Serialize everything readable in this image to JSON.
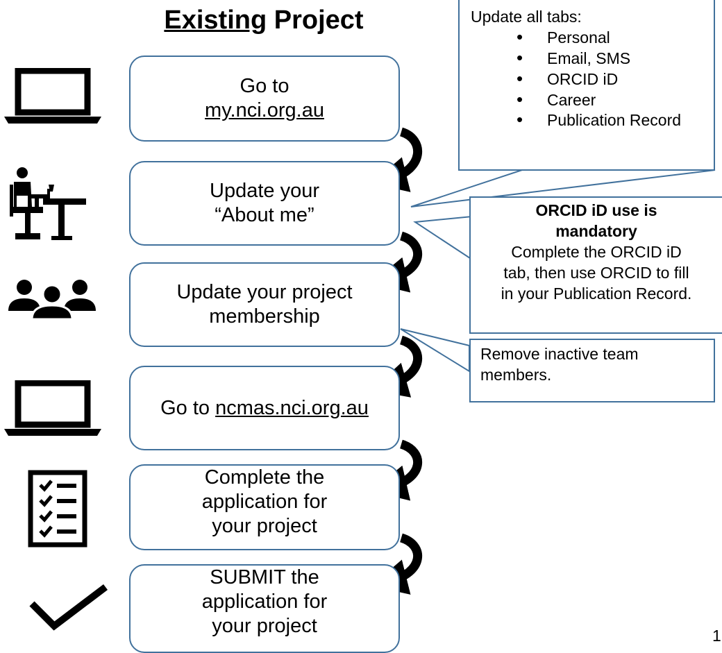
{
  "title": {
    "underlined": "Existing",
    "rest": " Project"
  },
  "steps": [
    {
      "text": "Go to",
      "link": "my.nci.org.au",
      "icon": "laptop-icon"
    },
    {
      "line1": "Update your",
      "line2": "“About me”",
      "icon": "person-at-desk-icon"
    },
    {
      "line1": "Update your project",
      "line2": "membership",
      "icon": "group-icon"
    },
    {
      "prefix": "Go to ",
      "link": "ncmas.nci.org.au",
      "icon": "laptop-icon"
    },
    {
      "line1": "Complete the",
      "line2": "application for",
      "line3": "your project",
      "icon": "checklist-icon"
    },
    {
      "line1": "SUBMIT the",
      "line2": "application for",
      "line3": "your project",
      "icon": "checkmark-icon"
    }
  ],
  "tabs_callout": {
    "heading": "Update all tabs:",
    "items": [
      "Personal",
      "Email, SMS",
      "ORCID iD",
      "Career",
      "Publication Record"
    ]
  },
  "orcid_callout": {
    "bold_line1": "ORCID iD use is",
    "bold_line2": "mandatory",
    "line1": "Complete the ORCID iD",
    "line2": "tab, then use ORCID to fill",
    "line3": "in your Publication Record."
  },
  "members_callout": {
    "line1": "Remove inactive team",
    "line2": "members."
  },
  "page_number": "1",
  "colors": {
    "box_border": "#41719c",
    "arrow": "#000000"
  }
}
